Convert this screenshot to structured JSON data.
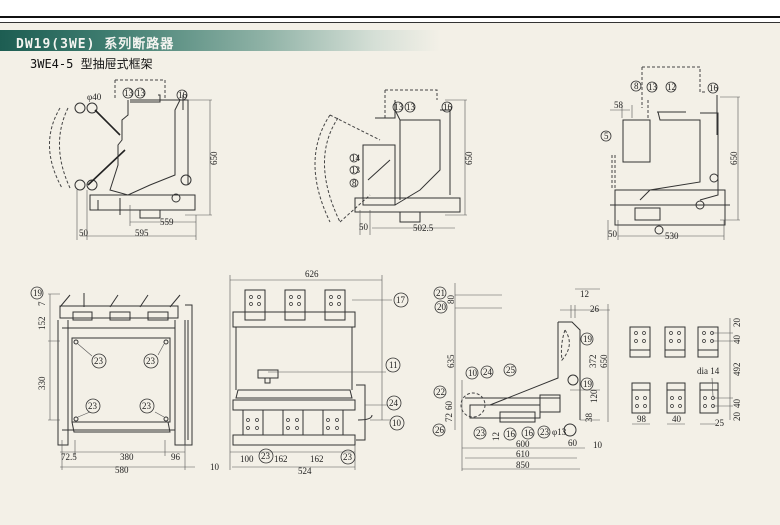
{
  "header": {
    "title": "DW19(3WE) 系列断路器",
    "subtitle": "3WE4-5 型抽屉式框架"
  },
  "drawings": {
    "side_view_1": {
      "labels": [
        "φ40",
        "13",
        "13",
        "16",
        "650",
        "559",
        "595",
        "50"
      ]
    },
    "side_view_2": {
      "labels": [
        "13",
        "13",
        "16",
        "14",
        "13",
        "8",
        "650",
        "50",
        "502.5"
      ]
    },
    "side_view_3": {
      "labels": [
        "8",
        "13",
        "12",
        "16",
        "5",
        "58",
        "650",
        "50",
        "530"
      ]
    },
    "front_view": {
      "labels": [
        "19",
        "7",
        "152",
        "330",
        "23",
        "23",
        "23",
        "23",
        "72.5",
        "380",
        "96",
        "580"
      ]
    },
    "rear_view": {
      "labels": [
        "626",
        "17",
        "11",
        "24",
        "10",
        "100",
        "23",
        "162",
        "162",
        "23",
        "10",
        "524"
      ]
    },
    "section_view": {
      "labels": [
        "21",
        "20",
        "80",
        "635",
        "12",
        "26",
        "19",
        "372",
        "650",
        "19",
        "10",
        "24",
        "25",
        "22",
        "60",
        "72",
        "26",
        "120",
        "38",
        "23",
        "12",
        "16",
        "16",
        "23",
        "φ13",
        "60",
        "10",
        "600",
        "610",
        "850"
      ]
    },
    "terminal_detail": {
      "labels": [
        "20",
        "40",
        "492",
        "dia 14",
        "40",
        "20",
        "98",
        "40",
        "25"
      ]
    }
  }
}
